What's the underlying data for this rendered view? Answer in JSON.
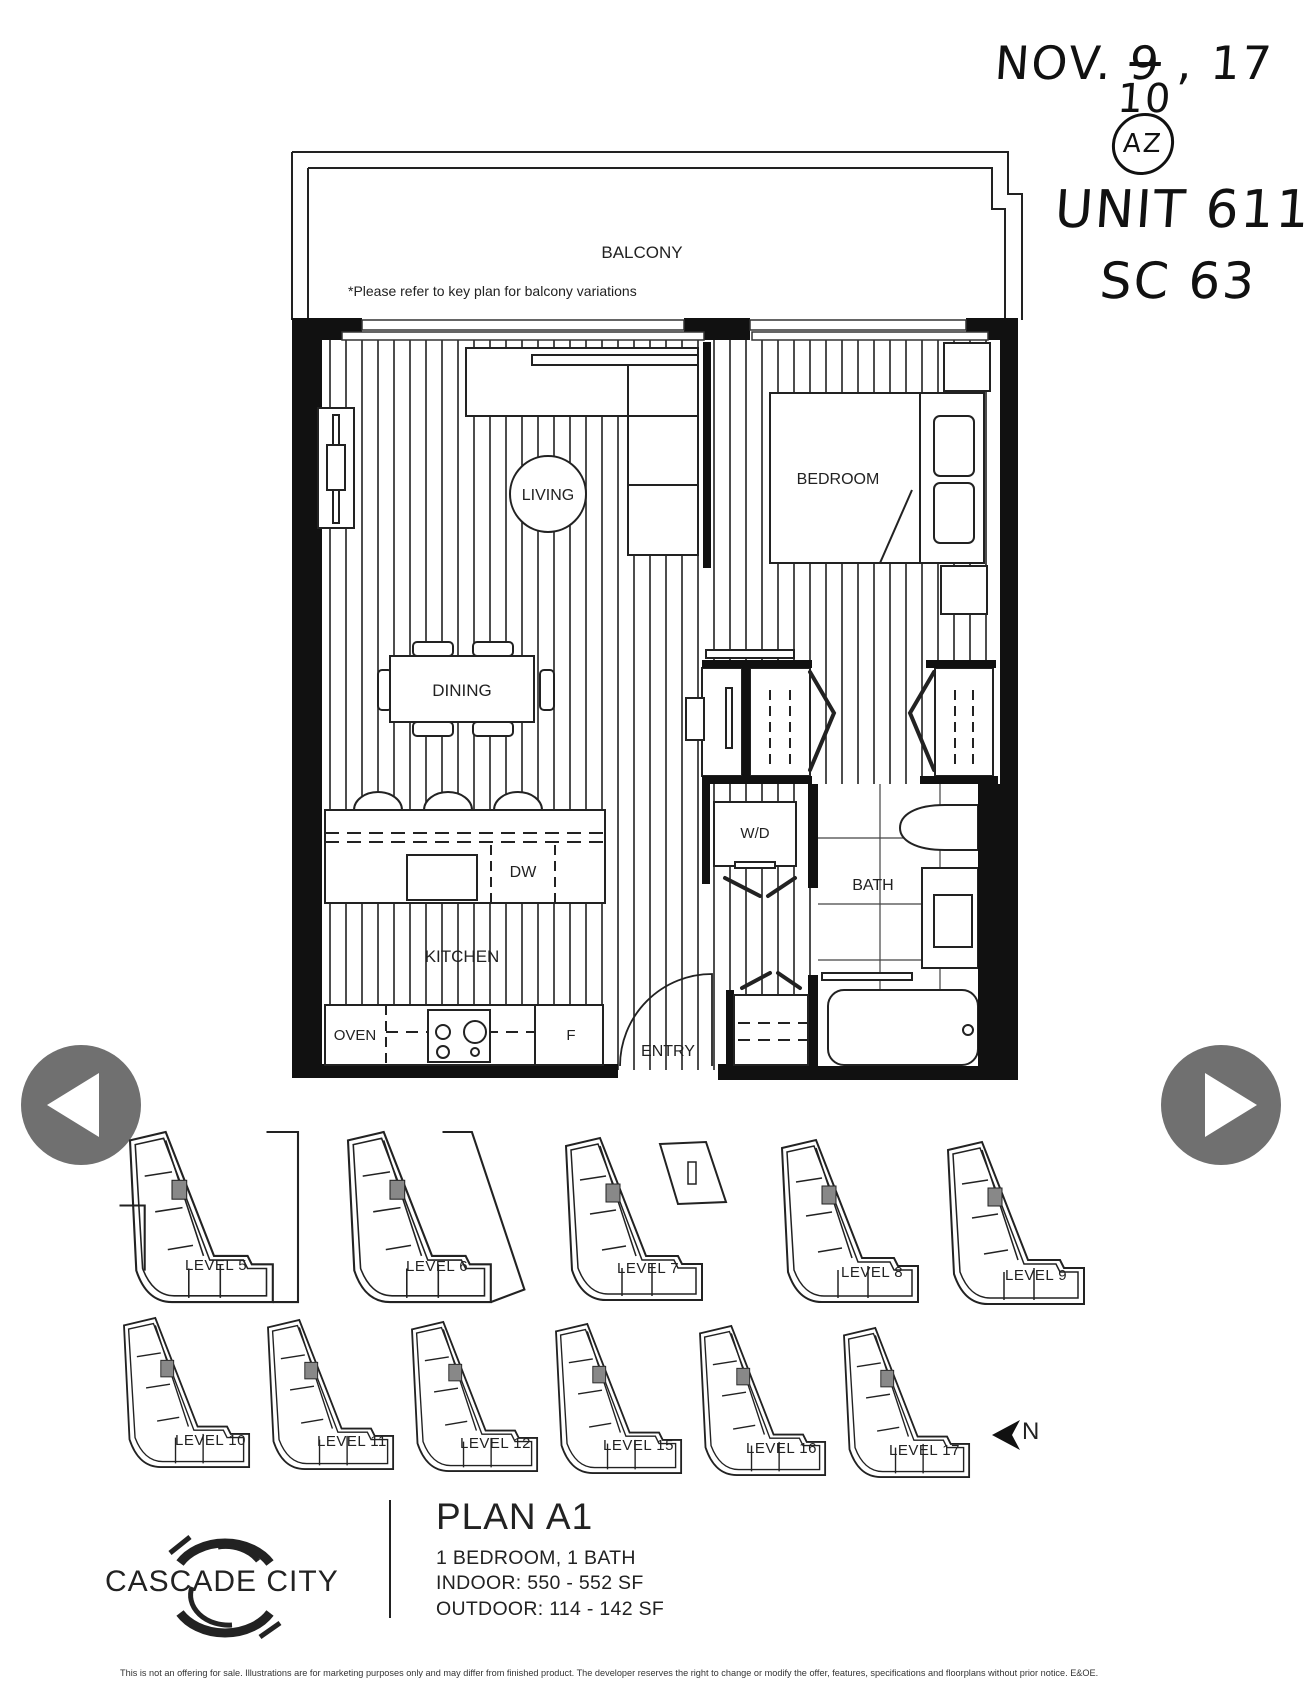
{
  "annotations": {
    "date_prefix": "NOV.",
    "date_struck_day": "9",
    "date_corrected_day": "10",
    "date_suffix": ", 17",
    "initials": "AZ",
    "unit": "UNIT 611",
    "sc": "SC 63"
  },
  "floor_plan": {
    "balcony_label": "BALCONY",
    "balcony_note": "*Please refer to key plan for balcony variations",
    "rooms": {
      "living": "LIVING",
      "bedroom": "BEDROOM",
      "dining": "DINING",
      "kitchen": "KITCHEN",
      "dw": "DW",
      "oven": "OVEN",
      "fridge": "F",
      "entry": "ENTRY",
      "wd": "W/D",
      "bath": "BATH"
    }
  },
  "navigation": {
    "prev_icon": "play-left-icon",
    "next_icon": "play-right-icon",
    "button_color": "#707070"
  },
  "key_plan": {
    "levels": [
      {
        "label": "LEVEL 5"
      },
      {
        "label": "LEVEL 6"
      },
      {
        "label": "LEVEL 7"
      },
      {
        "label": "LEVEL 8"
      },
      {
        "label": "LEVEL 9"
      },
      {
        "label": "LEVEL 10"
      },
      {
        "label": "LEVEL 11"
      },
      {
        "label": "LEVEL 12"
      },
      {
        "label": "LEVEL 15"
      },
      {
        "label": "LEVEL 16"
      },
      {
        "label": "LEVEL 17"
      }
    ],
    "north_label": "N"
  },
  "footer": {
    "brand": "CASCADE CITY",
    "plan_title": "PLAN A1",
    "bed_bath": "1 BEDROOM, 1 BATH",
    "indoor": "INDOOR: 550 - 552 SF",
    "outdoor": "OUTDOOR: 114 - 142 SF",
    "disclaimer": "This is not an offering for sale. Illustrations are for marketing purposes only and may differ from finished product. The developer reserves the right to change or modify the offer, features, specifications and floorplans without prior notice. E&OE."
  }
}
